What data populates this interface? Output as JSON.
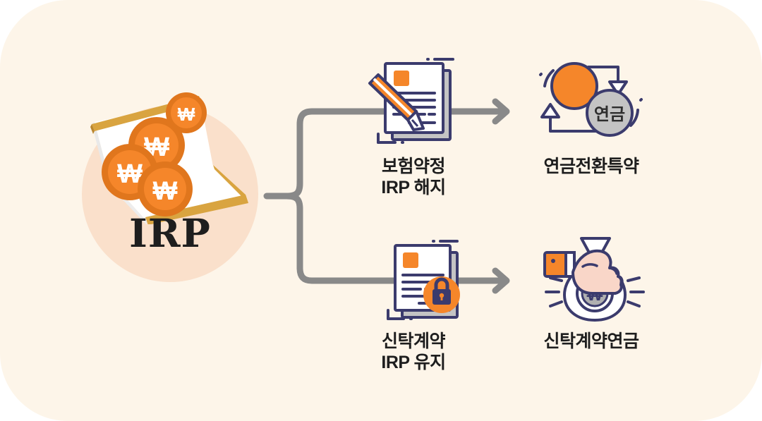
{
  "diagram": {
    "title": "IRP",
    "background_color": "#FDF5E9",
    "source": {
      "id": "irp",
      "wordmark": "IRP",
      "circle_color": "#FAE0CB",
      "icon_name": "laptop-with-won-coins",
      "coin_symbol": "₩",
      "coin_count": 4,
      "coin_color": "#F5862A",
      "coin_rim_color": "#E0761D"
    },
    "connector": {
      "style": "bracket-fork",
      "color": "#898989",
      "stroke_width": 9,
      "branch_count": 2,
      "arrowheads": 2
    },
    "branches": [
      {
        "id": "branch-terminate",
        "step": {
          "icon_name": "document-with-pen-icon",
          "label": "보험약정\nIRP 해지",
          "label_line1": "보험약정",
          "label_line2": "IRP 해지"
        },
        "result": {
          "icon_name": "pension-conversion-cycle-icon",
          "badge_text": "연금",
          "label": "연금전환특약"
        }
      },
      {
        "id": "branch-maintain",
        "step": {
          "icon_name": "document-with-lock-icon",
          "label": "신탁계약\nIRP 유지",
          "label_line1": "신탁계약",
          "label_line2": "IRP 유지"
        },
        "result": {
          "icon_name": "hand-holding-money-bag-icon",
          "bag_symbol": "₩",
          "label": "신탁계약연금"
        }
      }
    ],
    "palette": {
      "orange": "#F5862A",
      "orange_dark": "#E0761D",
      "navy": "#3B3B6D",
      "gray": "#898989",
      "gray_light": "#C4C4C4",
      "peach": "#FAE0CB",
      "cream": "#FDF5E9",
      "gold": "#D9A440",
      "text": "#1E1E1E",
      "skin": "#F9D6C8"
    }
  }
}
